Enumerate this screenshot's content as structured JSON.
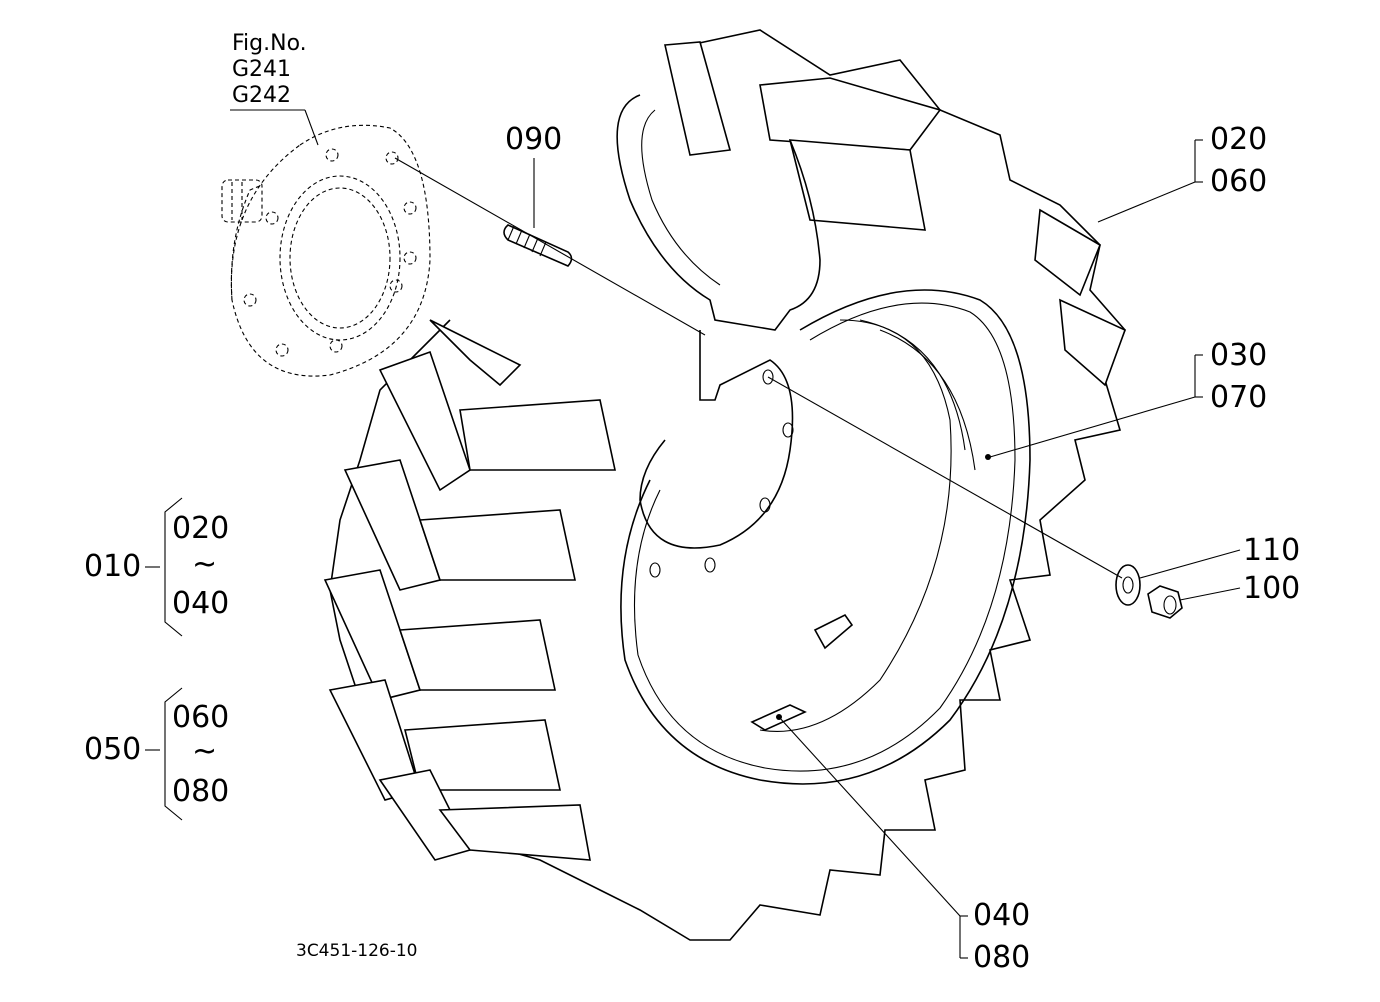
{
  "figure_ref": {
    "title": "Fig.No.",
    "refs": [
      "G241",
      "G242"
    ]
  },
  "drawing_code": "3C451-126-10",
  "callouts": {
    "c090": "090",
    "c020": "020",
    "c060": "060",
    "c030": "030",
    "c070": "070",
    "c110": "110",
    "c100": "100",
    "c040": "040",
    "c080": "080"
  },
  "assemblies": [
    {
      "id": "010",
      "from": "020",
      "tilde": "~",
      "to": "040"
    },
    {
      "id": "050",
      "from": "060",
      "tilde": "~",
      "to": "080"
    }
  ],
  "colors": {
    "line": "#000000",
    "background": "#ffffff"
  }
}
